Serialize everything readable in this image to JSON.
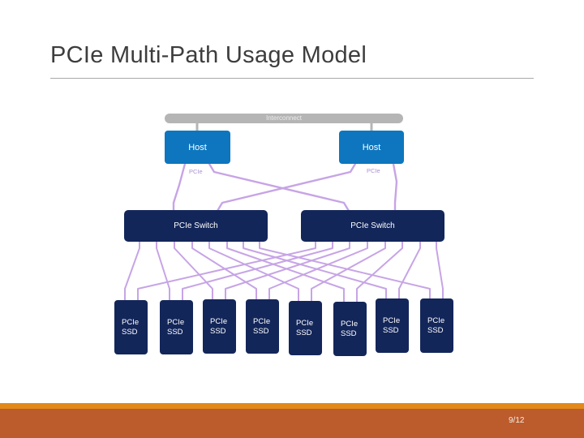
{
  "slide": {
    "title": "PCIe Multi-Path Usage Model",
    "page_number": "9/12"
  },
  "colors": {
    "title": "#3d3d3d",
    "rule": "#a9a9a9",
    "host_fill": "#0d76be",
    "navy_fill": "#13265a",
    "interconnect_fill": "#b5b5b5",
    "interconnect_text": "#ececec",
    "connector_gray": "#b5b5b5",
    "link_purple": "#c7a4e6",
    "pcie_label_purple": "#ab92d4",
    "box_text": "#ffffff",
    "footer_stripe": "#e2891a",
    "footer_bar": "#bc5b2c",
    "page_number_text": "#f5efe6"
  },
  "diagram": {
    "interconnect_label": "Interconnect",
    "hosts": [
      {
        "label": "Host"
      },
      {
        "label": "Host"
      }
    ],
    "bus_labels": [
      {
        "text": "PCIe"
      },
      {
        "text": "PCIe"
      }
    ],
    "switches": [
      {
        "label": "PCIe Switch"
      },
      {
        "label": "PCIe Switch"
      }
    ],
    "ssds": [
      {
        "line1": "PCIe",
        "line2": "SSD"
      },
      {
        "line1": "PCIe",
        "line2": "SSD"
      },
      {
        "line1": "PCIe",
        "line2": "SSD"
      },
      {
        "line1": "PCIe",
        "line2": "SSD"
      },
      {
        "line1": "PCIe",
        "line2": "SSD"
      },
      {
        "line1": "PCIe",
        "line2": "SSD"
      },
      {
        "line1": "PCIe",
        "line2": "SSD"
      },
      {
        "line1": "PCIe",
        "line2": "SSD"
      }
    ]
  }
}
